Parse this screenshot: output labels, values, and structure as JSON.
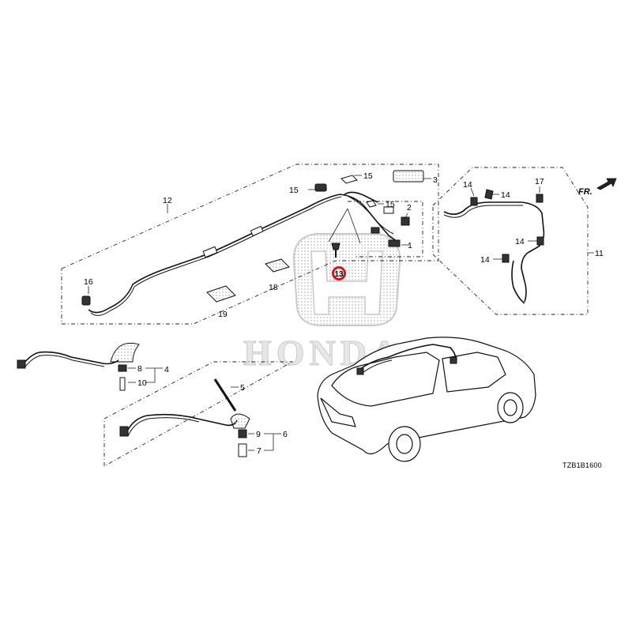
{
  "brand": {
    "wordmark": "HONDA",
    "logo_icon": "honda-h-logo-icon",
    "highlight_color": "#d6131f",
    "watermark_color": "#e7e7e7"
  },
  "diagram": {
    "code": "TZB1B1600",
    "direction_label": "FR."
  },
  "highlight": {
    "label": "13"
  },
  "callouts": {
    "c1": "1",
    "c2": "2",
    "c3": "3",
    "c4": "4",
    "c5": "5",
    "c6": "6",
    "c7": "7",
    "c8": "8",
    "c9": "9",
    "c10": "10",
    "c11": "11",
    "c12": "12",
    "c14a": "14",
    "c14b": "14",
    "c14c": "14",
    "c14d": "14",
    "c15a": "15",
    "c15b": "15",
    "c15c": "15",
    "c16": "16",
    "c17": "17",
    "c18": "18",
    "c19": "19"
  }
}
